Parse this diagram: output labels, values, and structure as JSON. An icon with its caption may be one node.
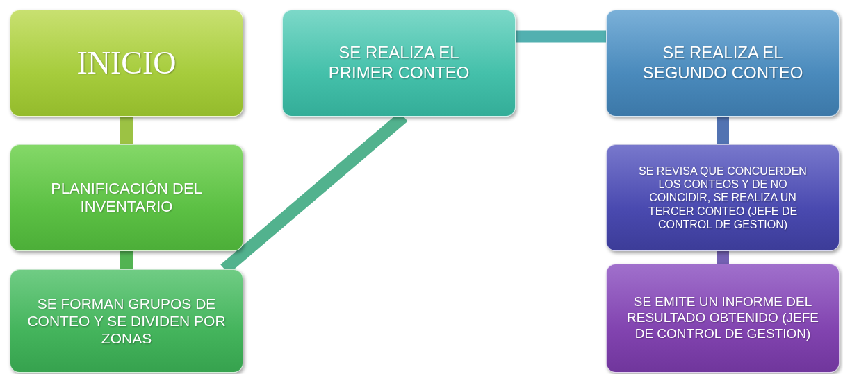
{
  "diagram": {
    "nodes": [
      {
        "text": [
          "INICIO"
        ]
      },
      {
        "text": [
          "PLANIFICACIÓN DEL INVENTARIO"
        ]
      },
      {
        "text": [
          "SE FORMAN GRUPOS DE CONTEO Y SE DIVIDEN POR ZONAS"
        ]
      },
      {
        "text": [
          "SE REALIZA EL PRIMER CONTEO"
        ]
      },
      {
        "text": [
          "SE REALIZA EL SEGUNDO CONTEO"
        ]
      },
      {
        "text": [
          "SE REVISA QUE CONCUERDEN LOS CONTEOS Y DE NO COINCIDIR, SE REALIZA UN TERCER CONTEO (JEFE DE CONTROL DE GESTION)"
        ]
      },
      {
        "text": [
          "SE EMITE UN INFORME DEL RESULTADO OBTENIDO (JEFE DE CONTROL DE GESTION)"
        ]
      }
    ],
    "edges": [
      {
        "from": 0,
        "to": 1,
        "arrow": "none",
        "color": "#9cc244"
      },
      {
        "from": 1,
        "to": 2,
        "arrow": "none",
        "color": "#52b352"
      },
      {
        "from": 2,
        "to": 3,
        "arrow": "none",
        "color": "#52b28e"
      },
      {
        "from": 3,
        "to": 4,
        "arrow": "none",
        "color": "#52b0b0"
      },
      {
        "from": 4,
        "to": 5,
        "arrow": "none",
        "color": "#5273b2"
      },
      {
        "from": 5,
        "to": 6,
        "arrow": "none",
        "color": "#7360b2"
      }
    ]
  }
}
